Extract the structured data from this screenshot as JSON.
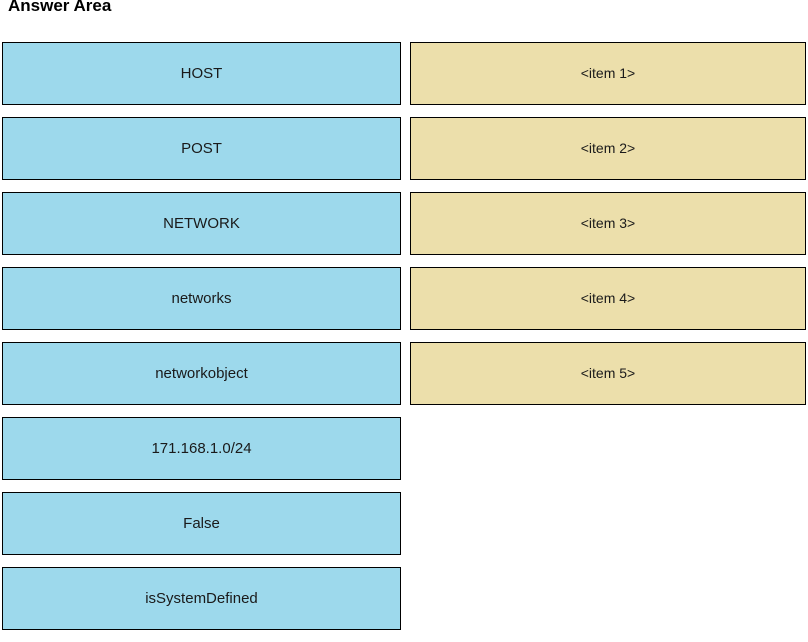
{
  "title": "Answer Area",
  "colors": {
    "source_tile_bg": "#9dd9ec",
    "target_tile_bg": "#ecdfab",
    "tile_border": "#000000",
    "text": "#1a1a1a"
  },
  "left_column": {
    "name": "draggable-values",
    "tiles": [
      {
        "label": "HOST"
      },
      {
        "label": "POST"
      },
      {
        "label": "NETWORK"
      },
      {
        "label": "networks"
      },
      {
        "label": "networkobject"
      },
      {
        "label": "171.168.1.0/24"
      },
      {
        "label": "False"
      },
      {
        "label": "isSystemDefined"
      }
    ]
  },
  "right_column": {
    "name": "drop-targets",
    "tiles": [
      {
        "label": "<item 1>"
      },
      {
        "label": "<item 2>"
      },
      {
        "label": "<item 3>"
      },
      {
        "label": "<item 4>"
      },
      {
        "label": "<item 5>"
      }
    ]
  }
}
